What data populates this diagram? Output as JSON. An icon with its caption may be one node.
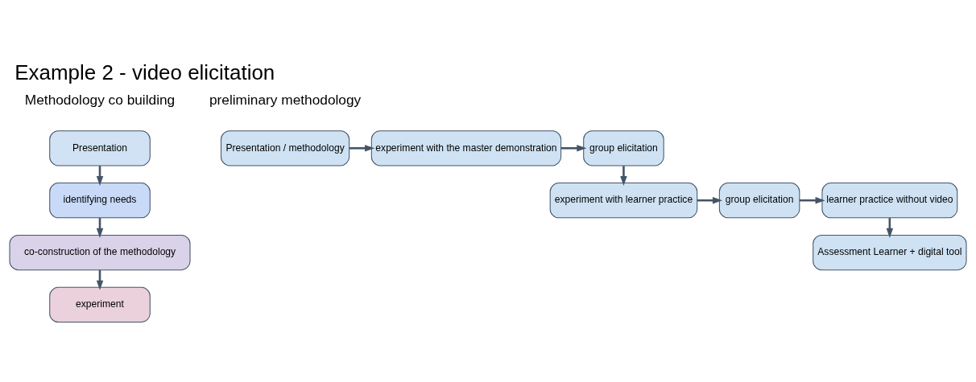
{
  "diagram": {
    "title": "Example 2 - video elicitation",
    "nodes": [
      {
        "text": [
          "Presentation"
        ]
      },
      {
        "text": [
          "identifying needs"
        ]
      },
      {
        "text": [
          "co-construction of the methodology"
        ]
      },
      {
        "text": [
          "experiment"
        ]
      },
      {
        "text": [
          "Presentation / methodology"
        ]
      },
      {
        "text": [
          "experiment with the master demonstration"
        ]
      },
      {
        "text": [
          "group elicitation"
        ]
      },
      {
        "text": [
          "experiment with learner practice"
        ]
      },
      {
        "text": [
          "group elicitation"
        ]
      },
      {
        "text": [
          "learner practice without video"
        ]
      },
      {
        "text": [
          "Assessment Learner + digital tool"
        ]
      }
    ],
    "edges": [
      {
        "from": 0,
        "to": 1,
        "arrow": "to"
      },
      {
        "from": 1,
        "to": 2,
        "arrow": "to"
      },
      {
        "from": 2,
        "to": 3,
        "arrow": "to"
      },
      {
        "from": 4,
        "to": 5,
        "arrow": "to"
      },
      {
        "from": 5,
        "to": 6,
        "arrow": "to"
      },
      {
        "from": 6,
        "to": 7,
        "arrow": "to"
      },
      {
        "from": 7,
        "to": 8,
        "arrow": "to"
      },
      {
        "from": 8,
        "to": 9,
        "arrow": "to"
      },
      {
        "from": 9,
        "to": 10,
        "arrow": "to"
      }
    ],
    "labels": [
      "Methodology co building",
      "preliminary methodology"
    ]
  }
}
